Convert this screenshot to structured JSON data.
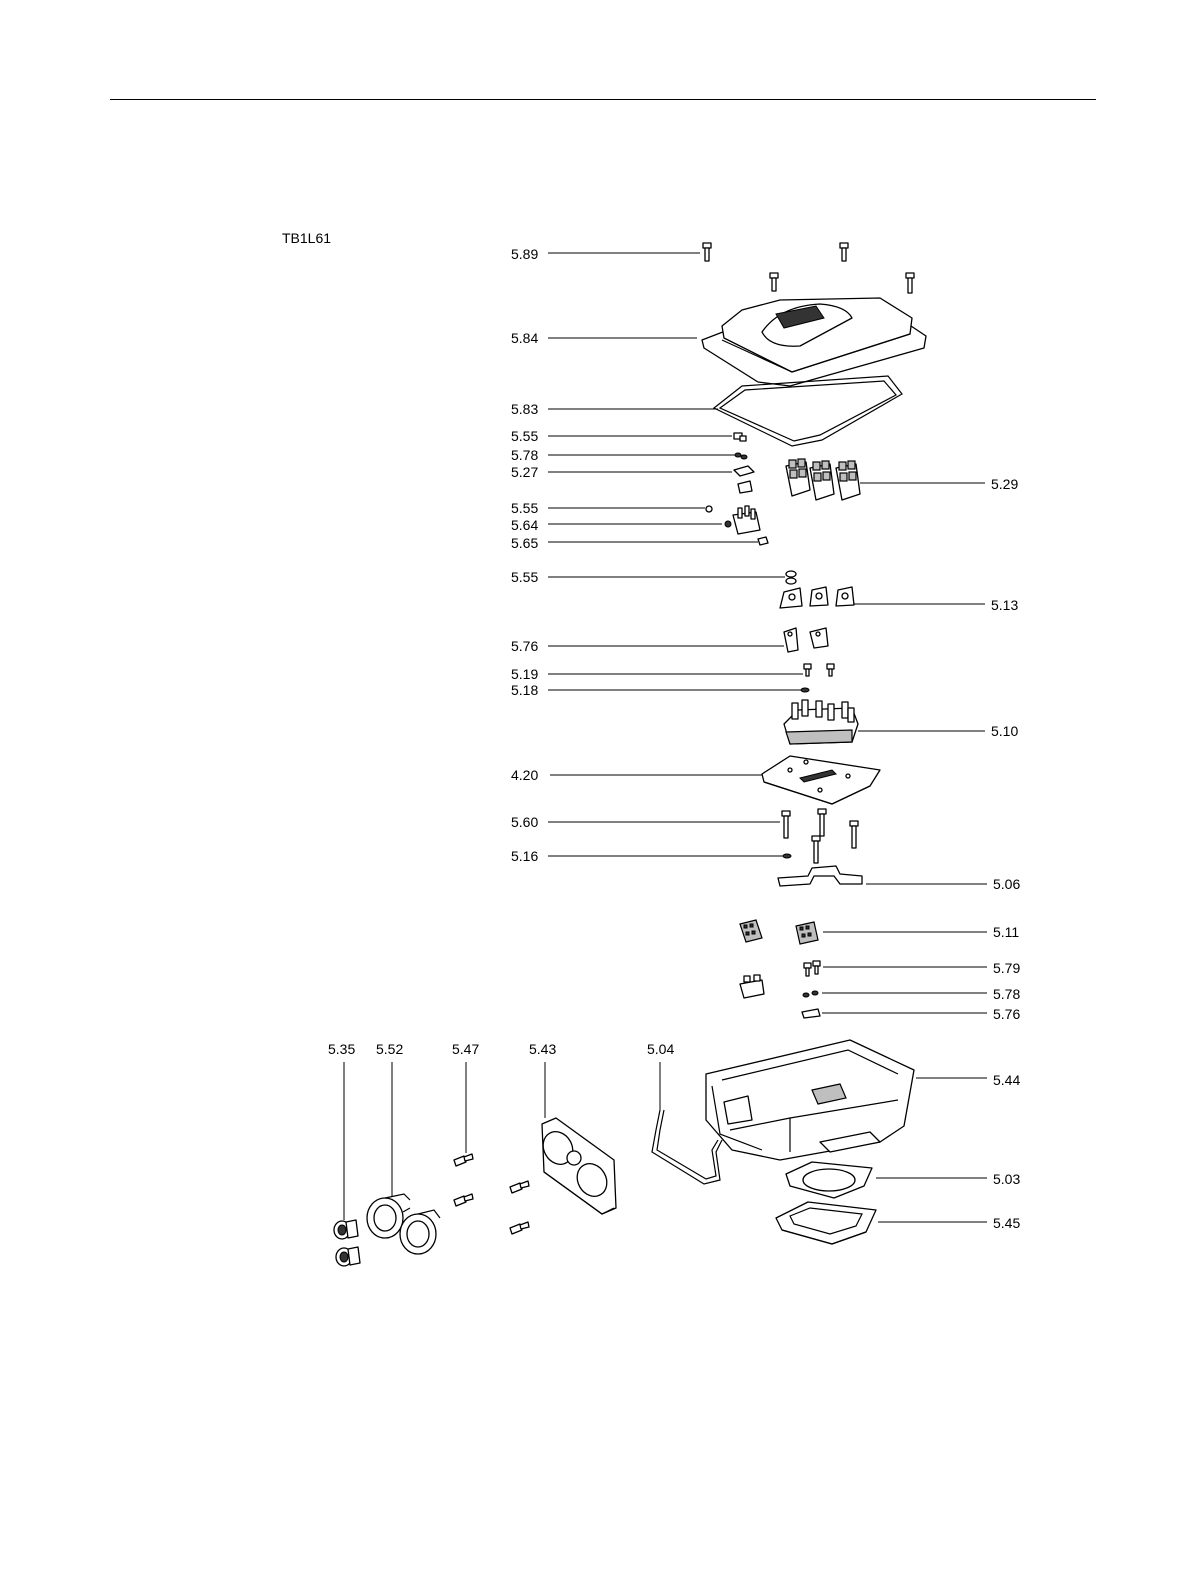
{
  "model": "TB1L61",
  "callouts": {
    "c_5_89": "5.89",
    "c_5_84": "5.84",
    "c_5_83": "5.83",
    "c_5_55a": "5.55",
    "c_5_78a": "5.78",
    "c_5_27": "5.27",
    "c_5_55b": "5.55",
    "c_5_64": "5.64",
    "c_5_65": "5.65",
    "c_5_55c": "5.55",
    "c_5_76a": "5.76",
    "c_5_19": "5.19",
    "c_5_18": "5.18",
    "c_4_20": "4.20",
    "c_5_60": "5.60",
    "c_5_16": "5.16",
    "c_5_29": "5.29",
    "c_5_13": "5.13",
    "c_5_10": "5.10",
    "c_5_06": "5.06",
    "c_5_11": "5.11",
    "c_5_79": "5.79",
    "c_5_78b": "5.78",
    "c_5_76b": "5.76",
    "c_5_44": "5.44",
    "c_5_03": "5.03",
    "c_5_45": "5.45",
    "c_5_35": "5.35",
    "c_5_52": "5.52",
    "c_5_47": "5.47",
    "c_5_43": "5.43",
    "c_5_04": "5.04"
  }
}
